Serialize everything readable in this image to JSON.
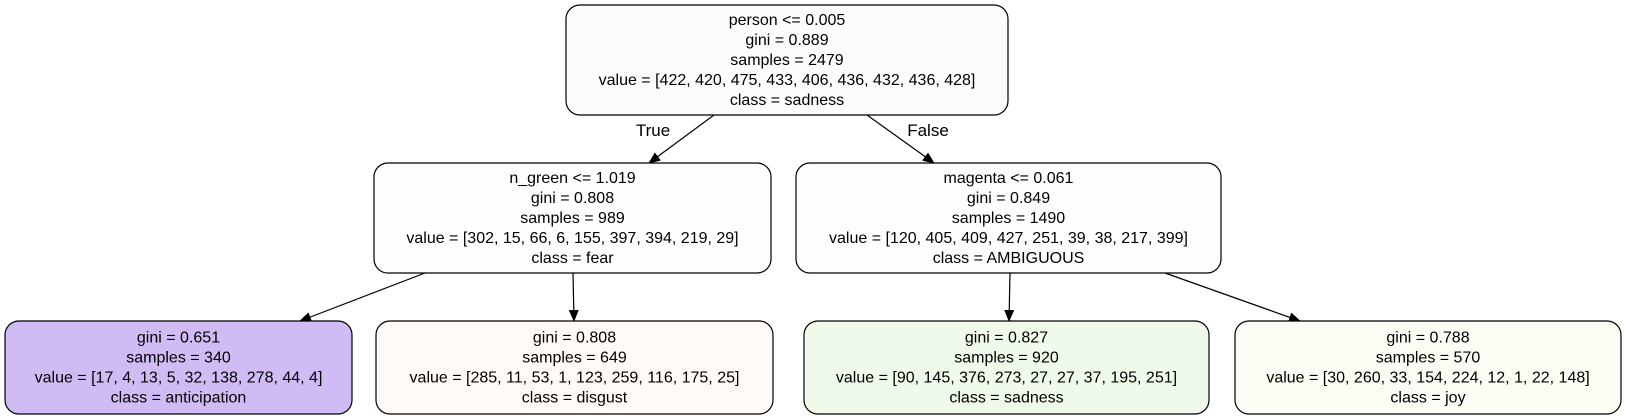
{
  "tree": {
    "nodes": [
      {
        "id": "root",
        "fill": "#fcfcfa",
        "lines": [
          "person <= 0.005",
          "gini = 0.889",
          "samples = 2479",
          "value = [422, 420, 475, 433, 406, 436, 432, 436, 428]",
          "class = sadness"
        ]
      },
      {
        "id": "left",
        "fill": "#fefefe",
        "lines": [
          "n_green <= 1.019",
          "gini = 0.808",
          "samples = 989",
          "value = [302, 15, 66, 6, 155, 397, 394, 219, 29]",
          "class = fear"
        ]
      },
      {
        "id": "right",
        "fill": "#fdfffd",
        "lines": [
          "magenta <= 0.061",
          "gini = 0.849",
          "samples = 1490",
          "value = [120, 405, 409, 427, 251, 39, 38, 217, 399]",
          "class = AMBIGUOUS"
        ]
      },
      {
        "id": "ll",
        "fill": "#d1bbf4",
        "lines": [
          "gini = 0.651",
          "samples = 340",
          "value = [17, 4, 13, 5, 32, 138, 278, 44, 4]",
          "class = anticipation"
        ]
      },
      {
        "id": "lr",
        "fill": "#fffaf7",
        "lines": [
          "gini = 0.808",
          "samples = 649",
          "value = [285, 11, 53, 1, 123, 259, 116, 175, 25]",
          "class = disgust"
        ]
      },
      {
        "id": "rl",
        "fill": "#effaeb",
        "lines": [
          "gini = 0.827",
          "samples = 920",
          "value = [90, 145, 376, 273, 27, 27, 37, 195, 251]",
          "class = sadness"
        ]
      },
      {
        "id": "rr",
        "fill": "#fafdf3",
        "lines": [
          "gini = 0.788",
          "samples = 570",
          "value = [30, 260, 33, 154, 224, 12, 1, 22, 148]",
          "class = joy"
        ]
      }
    ],
    "edges": [
      {
        "from": "root",
        "to": "left",
        "label": "True"
      },
      {
        "from": "root",
        "to": "right",
        "label": "False"
      },
      {
        "from": "left",
        "to": "ll",
        "label": ""
      },
      {
        "from": "left",
        "to": "lr",
        "label": ""
      },
      {
        "from": "right",
        "to": "rl",
        "label": ""
      },
      {
        "from": "right",
        "to": "rr",
        "label": ""
      }
    ]
  }
}
